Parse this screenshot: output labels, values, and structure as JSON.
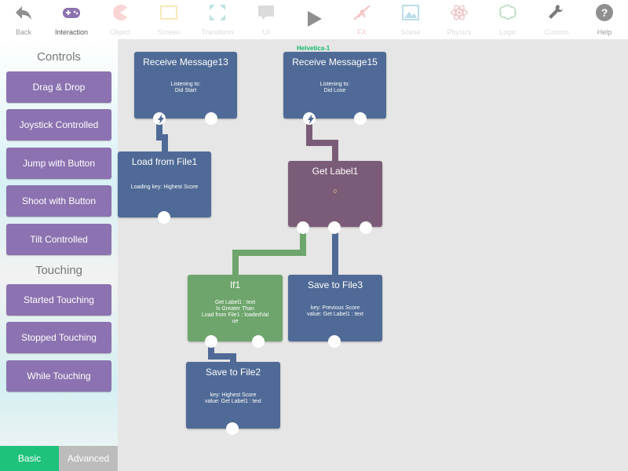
{
  "toolbar": {
    "back": "Back",
    "interaction": "Interaction",
    "object": "Object",
    "screen": "Screen",
    "transform": "Transform",
    "ui": "UI",
    "fx": "FX",
    "scene": "Scene",
    "physics": "Physics",
    "logic": "Logic",
    "custom": "Custom",
    "help": "Help"
  },
  "sidebar": {
    "controls_title": "Controls",
    "controls": [
      "Drag & Drop",
      "Joystick Controlled",
      "Jump with Button",
      "Shoot with Button",
      "Tilt Controlled"
    ],
    "touching_title": "Touching",
    "touching": [
      "Started Touching",
      "Stopped Touching",
      "While Touching"
    ],
    "tab_basic": "Basic",
    "tab_advanced": "Advanced"
  },
  "canvas": {
    "selected_label": "Helvetica-1",
    "nodes": {
      "receive13": {
        "title": "Receive Message13",
        "line1": "Listening to:",
        "line2": "Did Start"
      },
      "receive15": {
        "title": "Receive Message15",
        "line1": "Listening to:",
        "line2": "Did Lose"
      },
      "load_file1": {
        "title": "Load from File1",
        "line1": "Loading key: Highest Score"
      },
      "get_label1": {
        "title": "Get Label1",
        "line1": "0"
      },
      "if1": {
        "title": "If1",
        "line1": "Get Label1 : text",
        "line2": "Is Greater Than",
        "line3": "Load from File1 : loadedVal",
        "line4": "ue"
      },
      "save_file3": {
        "title": "Save to File3",
        "line1": "key: Previous Score",
        "line2": "value: Get Label1 : text"
      },
      "save_file2": {
        "title": "Save to File2",
        "line1": "key: Highest Score",
        "line2": "value: Get Label1 : text"
      }
    }
  },
  "colors": {
    "button_purple": "#8c72b0",
    "node_blue": "#4f6a96",
    "node_mauve": "#7b5c78",
    "node_green": "#6ea56c",
    "basic_tab": "#1ec27a"
  }
}
